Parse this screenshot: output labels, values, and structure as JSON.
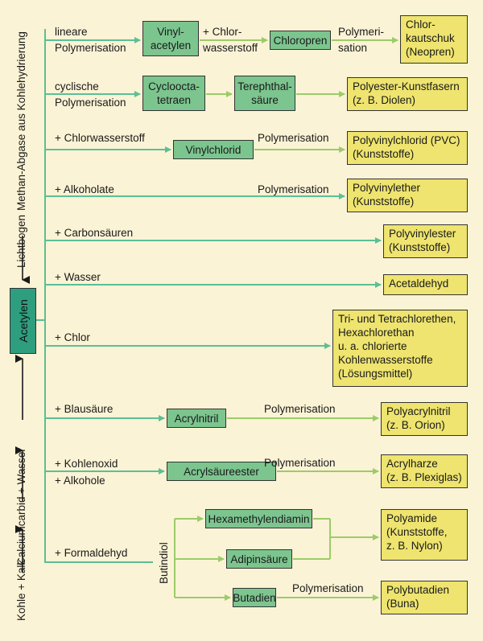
{
  "left_axis": {
    "top_label": "Methan-Abgase aus Kohlehydrierung",
    "mid_label": "Lichtbogen",
    "bottom_label_1": "Kohle + Kalk",
    "bottom_label_2": "Calciumcarbid",
    "bottom_label_3": "+ Wasser",
    "center": "Acetylen"
  },
  "rows": {
    "r1": {
      "label_1": "lineare",
      "label_2": "Polymerisation",
      "box1": "Vinyl-\nacetylen",
      "mid_1": "+ Chlor-",
      "mid_2": "wasserstoff",
      "box2": "Chloropren",
      "poly_1": "Polymeri-",
      "poly_2": "sation",
      "product": "Chlor-\nkautschuk\n(Neopren)"
    },
    "r2": {
      "label_1": "cyclische",
      "label_2": "Polymerisation",
      "box1": "Cycloocta-\ntetraen",
      "box2": "Terephthal-\nsäure",
      "product": "Polyester-Kunstfasern\n(z. B. Diolen)"
    },
    "r3": {
      "label": "+ Chlorwasserstoff",
      "box1": "Vinylchlorid",
      "poly": "Polymerisation",
      "product": "Polyvinylchlorid (PVC)\n(Kunststoffe)"
    },
    "r4": {
      "label": "+ Alkoholate",
      "poly": "Polymerisation",
      "product": "Polyvinylether\n(Kunststoffe)"
    },
    "r5": {
      "label": "+ Carbonsäuren",
      "product": "Polyvinylester\n(Kunststoffe)"
    },
    "r6": {
      "label": "+ Wasser",
      "product": "Acetaldehyd"
    },
    "r7": {
      "label": "+ Chlor",
      "product": "Tri- und Tetrachlorethen,\nHexachlorethan\nu. a. chlorierte\nKohlenwasserstoffe\n(Lösungsmittel)"
    },
    "r8": {
      "label": "+ Blausäure",
      "box1": "Acrylnitril",
      "poly": "Polymerisation",
      "product": "Polyacrylnitril\n(z. B. Orion)"
    },
    "r9": {
      "label_1": "+ Kohlenoxid",
      "label_2": "+ Alkohole",
      "box1": "Acrylsäureester",
      "poly": "Polymerisation",
      "product": "Acrylharze\n(z. B. Plexiglas)"
    },
    "r10": {
      "label": "+ Formaldehyd",
      "butindiol": "Butindiol",
      "box_a": "Hexamethylendiamin",
      "box_b": "Adipinsäure",
      "box_c": "Butadien",
      "product_ab": "Polyamide\n(Kunststoffe,\nz. B. Nylon)",
      "poly": "Polymerisation",
      "product_c": "Polybutadien\n(Buna)"
    }
  },
  "colors": {
    "background": "#fbf3d5",
    "arrow": "#5bbf96",
    "arrow_light": "#9ccb6a",
    "acetylen": "#2f9e7f",
    "intermediate": "#7cc58f",
    "product": "#eee46f"
  }
}
